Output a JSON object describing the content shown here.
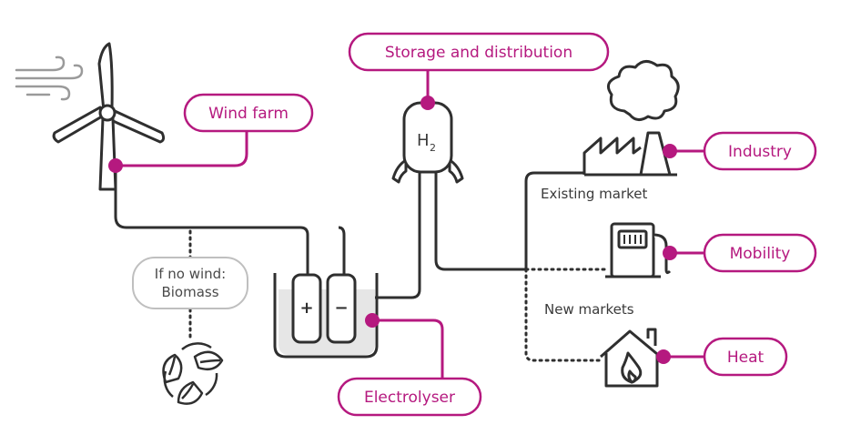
{
  "labels": {
    "wind_farm": "Wind farm",
    "storage": "Storage and distribution",
    "electrolyser": "Electrolyser",
    "industry": "Industry",
    "mobility": "Mobility",
    "heat": "Heat",
    "if_no_wind_line1": "If no wind:",
    "if_no_wind_line2": "Biomass",
    "existing_market": "Existing market",
    "new_markets": "New markets",
    "tank_h": "H",
    "tank_sub": "2",
    "plus": "+",
    "minus": "−"
  },
  "colors": {
    "accent": "#b5197f",
    "line": "#2f2f2f",
    "muted_pill": "#bfbfbf",
    "liquid": "#e6e6e6"
  }
}
